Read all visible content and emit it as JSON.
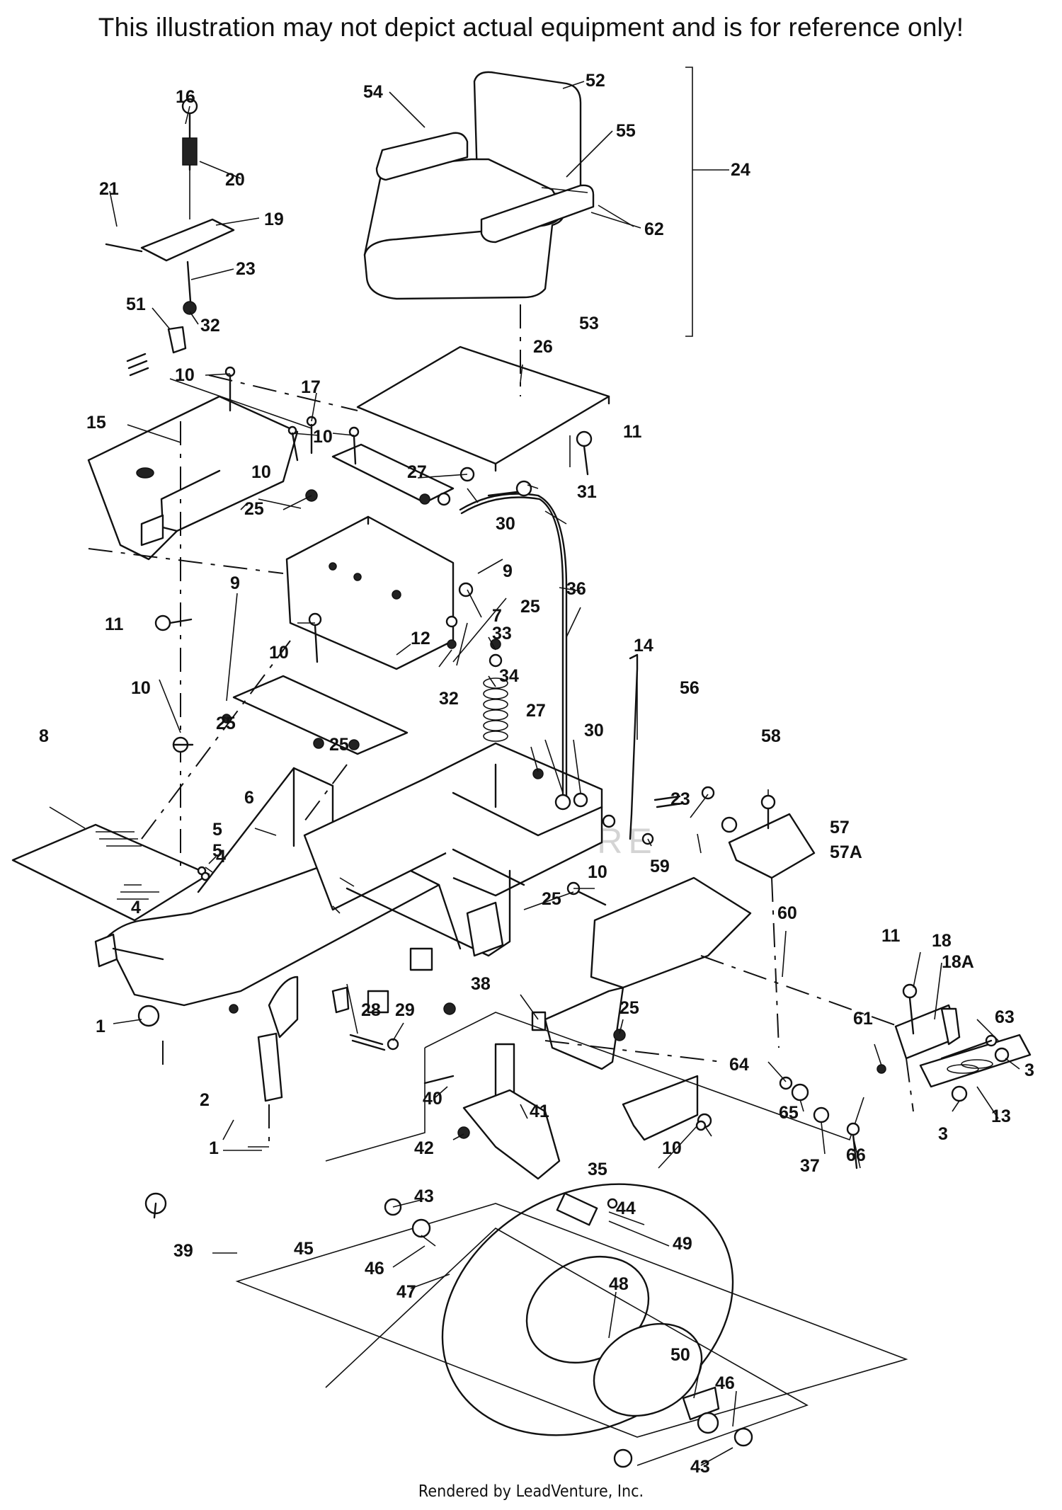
{
  "header": {
    "disclaimer": "This illustration may not depict actual equipment and is for reference only!"
  },
  "footer": {
    "credit": "Rendered by LeadVenture, Inc."
  },
  "watermark": "LEADVENTURE",
  "labels": [
    "1",
    "1",
    "2",
    "3",
    "3",
    "4",
    "4",
    "5",
    "5",
    "6",
    "7",
    "8",
    "9",
    "9",
    "10",
    "10",
    "10",
    "10",
    "10",
    "10",
    "10",
    "11",
    "11",
    "11",
    "12",
    "13",
    "14",
    "15",
    "16",
    "17",
    "18",
    "18A",
    "19",
    "20",
    "21",
    "23",
    "23",
    "24",
    "25",
    "25",
    "25",
    "25",
    "25",
    "25",
    "26",
    "27",
    "27",
    "28",
    "29",
    "30",
    "30",
    "31",
    "32",
    "32",
    "33",
    "34",
    "35",
    "36",
    "37",
    "38",
    "39",
    "40",
    "41",
    "42",
    "43",
    "43",
    "44",
    "45",
    "46",
    "46",
    "47",
    "48",
    "49",
    "50",
    "51",
    "52",
    "53",
    "54",
    "55",
    "56",
    "57",
    "57A",
    "58",
    "59",
    "60",
    "61",
    "62",
    "63",
    "64",
    "65",
    "66"
  ]
}
